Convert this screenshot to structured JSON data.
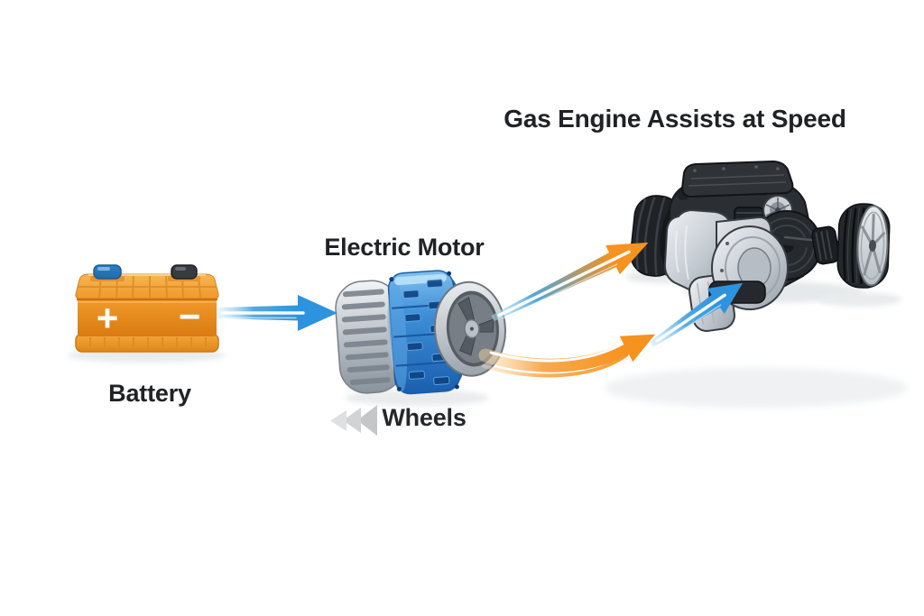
{
  "title": "Gas Engine Assists at Speed",
  "labels": {
    "battery": "Battery",
    "motor": "Electric Motor",
    "wheels": "Wheels"
  },
  "battery": {
    "plus": "+",
    "minus": "−"
  },
  "colors": {
    "background": "#FFFFFF",
    "text": "#202226",
    "arrow_blue": "#2E93DE",
    "arrow_blue_light": "#BFE3F7",
    "arrow_orange": "#F6921E",
    "arrow_orange_light": "#FBD9A8",
    "battery_orange": "#F29B2B",
    "battery_top": "#F7B653",
    "terminal_blue": "#2C7FC4",
    "motor_blue": "#3E8FD8",
    "chevron_gray": "#C5C6C8"
  }
}
